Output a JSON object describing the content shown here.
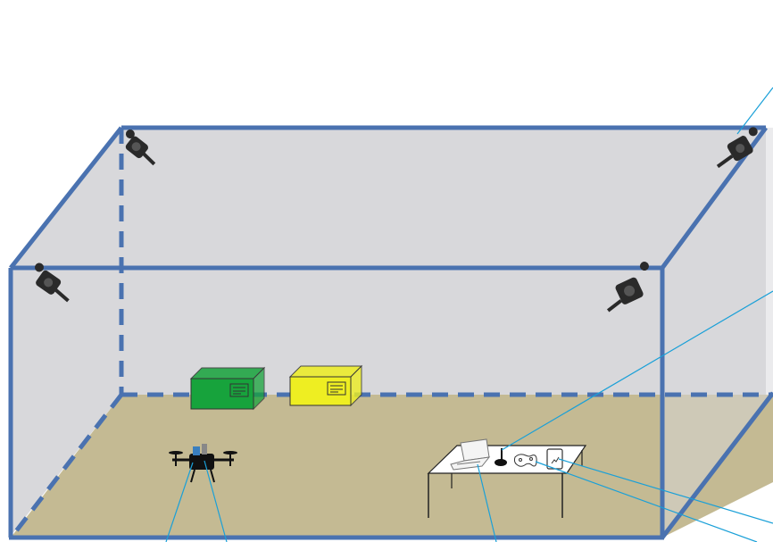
{
  "diagram": {
    "colors": {
      "frame": "#4a72b0",
      "wall": "#d8d8db",
      "floor": "#c4ba93",
      "green_box": "#17a33c",
      "yellow_box": "#eeee22",
      "leader_lines": "#1aa0d8",
      "camera": "#2a2a2a"
    },
    "objects": [
      {
        "name": "motion-capture-camera",
        "count": 4,
        "icon": "camera-icon"
      },
      {
        "name": "green-box",
        "icon": "box-icon"
      },
      {
        "name": "yellow-box",
        "icon": "box-icon"
      },
      {
        "name": "quadcopter-drone",
        "icon": "drone-icon"
      },
      {
        "name": "table",
        "icon": "table-icon"
      },
      {
        "name": "laptop",
        "icon": "laptop-icon"
      },
      {
        "name": "radio-transmitter",
        "icon": "antenna-icon"
      },
      {
        "name": "gamepad-controller",
        "icon": "gamepad-icon"
      },
      {
        "name": "smartphone",
        "icon": "phone-icon"
      }
    ]
  }
}
